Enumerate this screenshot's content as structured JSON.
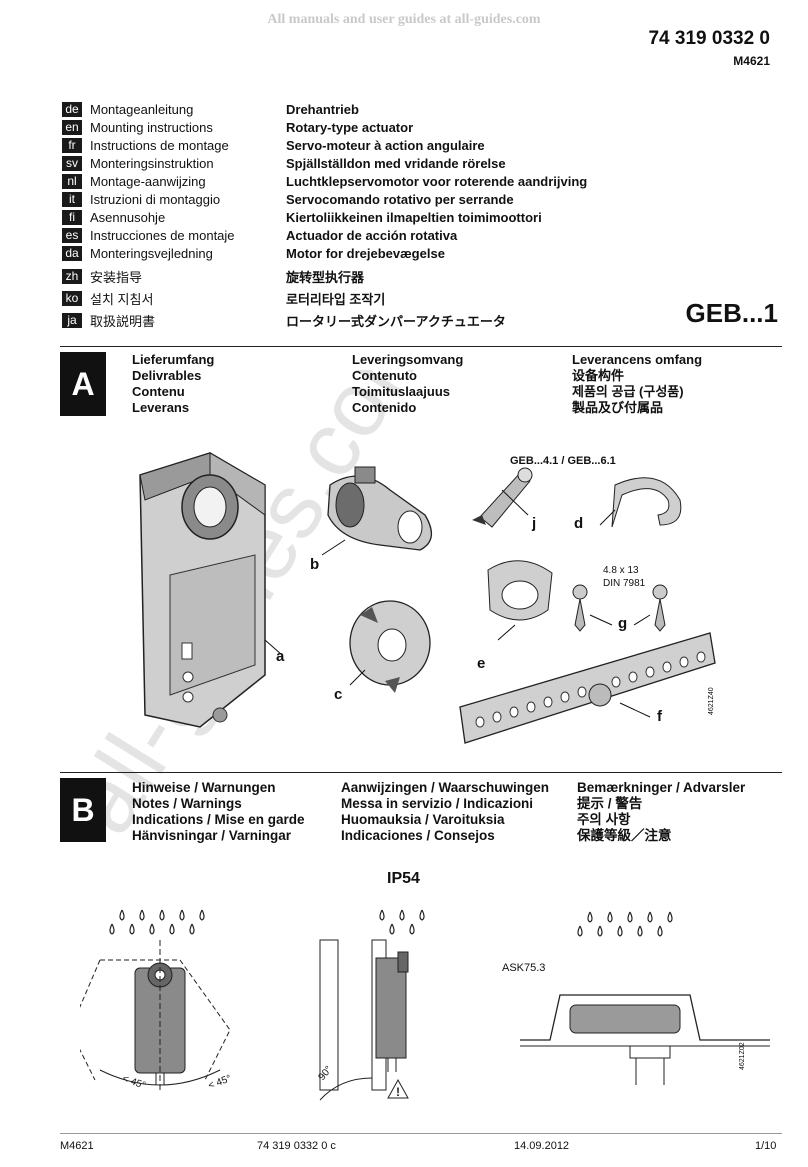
{
  "watermark_top": "All manuals and user guides at all-guides.com",
  "watermark_big": "all-guides.com",
  "header": {
    "doc_number": "74 319 0332 0",
    "doc_code": "M4621"
  },
  "languages": [
    {
      "code": "de",
      "name": "Montageanleitung",
      "title": "Drehantrieb"
    },
    {
      "code": "en",
      "name": "Mounting instructions",
      "title": "Rotary-type actuator"
    },
    {
      "code": "fr",
      "name": "Instructions de montage",
      "title": "Servo-moteur à action angulaire"
    },
    {
      "code": "sv",
      "name": "Monteringsinstruktion",
      "title": "Spjällställdon med vridande rörelse"
    },
    {
      "code": "nl",
      "name": "Montage-aanwijzing",
      "title": "Luchtklepservomotor voor roterende aandrijving"
    },
    {
      "code": "it",
      "name": "Istruzioni di montaggio",
      "title": "Servocomando rotativo per serrande"
    },
    {
      "code": "fi",
      "name": "Asennusohje",
      "title": "Kiertoliikkeinen ilmapeltien toimimoottori"
    },
    {
      "code": "es",
      "name": "Instrucciones de montaje",
      "title": "Actuador de acción rotativa"
    },
    {
      "code": "da",
      "name": "Monteringsvejledning",
      "title": "Motor for drejebevægelse"
    },
    {
      "code": "zh",
      "name": "安装指导",
      "title": "旋转型执行器"
    },
    {
      "code": "ko",
      "name": "설치 지침서",
      "title": "로터리타입 조작기"
    },
    {
      "code": "ja",
      "name": "取扱説明書",
      "title": "ロータリー式ダンパーアクチュエータ"
    }
  ],
  "product": "GEB...1",
  "section_a": {
    "letter": "A",
    "col1": [
      "Lieferumfang",
      "Delivrables",
      "Contenu",
      "Leverans"
    ],
    "col2": [
      "Leveringsomvang",
      "Contenuto",
      "Toimituslaajuus",
      "Contenido"
    ],
    "col3": [
      "Leverancens omfang",
      "设备构件",
      "제품의 공급 (구성품)",
      "製品及び付属品"
    ],
    "labels": {
      "a": "a",
      "b": "b",
      "c": "c",
      "d": "d",
      "e": "e",
      "f": "f",
      "g": "g",
      "j": "j"
    },
    "geb_variants": "GEB...4.1 / GEB...6.1",
    "screw_size": "4.8 x 13",
    "screw_norm": "DIN 7981",
    "fig_code": "4621Z40"
  },
  "section_b": {
    "letter": "B",
    "col1": [
      "Hinweise / Warnungen",
      "Notes / Warnings",
      "Indications / Mise en garde",
      "Hänvisningar / Varningar"
    ],
    "col2": [
      "Aanwijzingen / Waarschuwingen",
      "Messa in servizio / Indicazioni",
      "Huomauksia / Varoituksia",
      "Indicaciones / Consejos"
    ],
    "col3": [
      "Bemærkninger / Advarsler",
      "提示 / 警告",
      "주의 사항",
      "保護等級／注意"
    ],
    "ip_rating": "IP54",
    "angle_left": "< 45°",
    "angle_right": "< 45°",
    "angle_90": "90°",
    "ask_label": "ASK75.3",
    "fig_code": "4621Z02"
  },
  "footer": {
    "code": "M4621",
    "doc": "74 319 0332 0 c",
    "date": "14.09.2012",
    "page": "1/10"
  }
}
